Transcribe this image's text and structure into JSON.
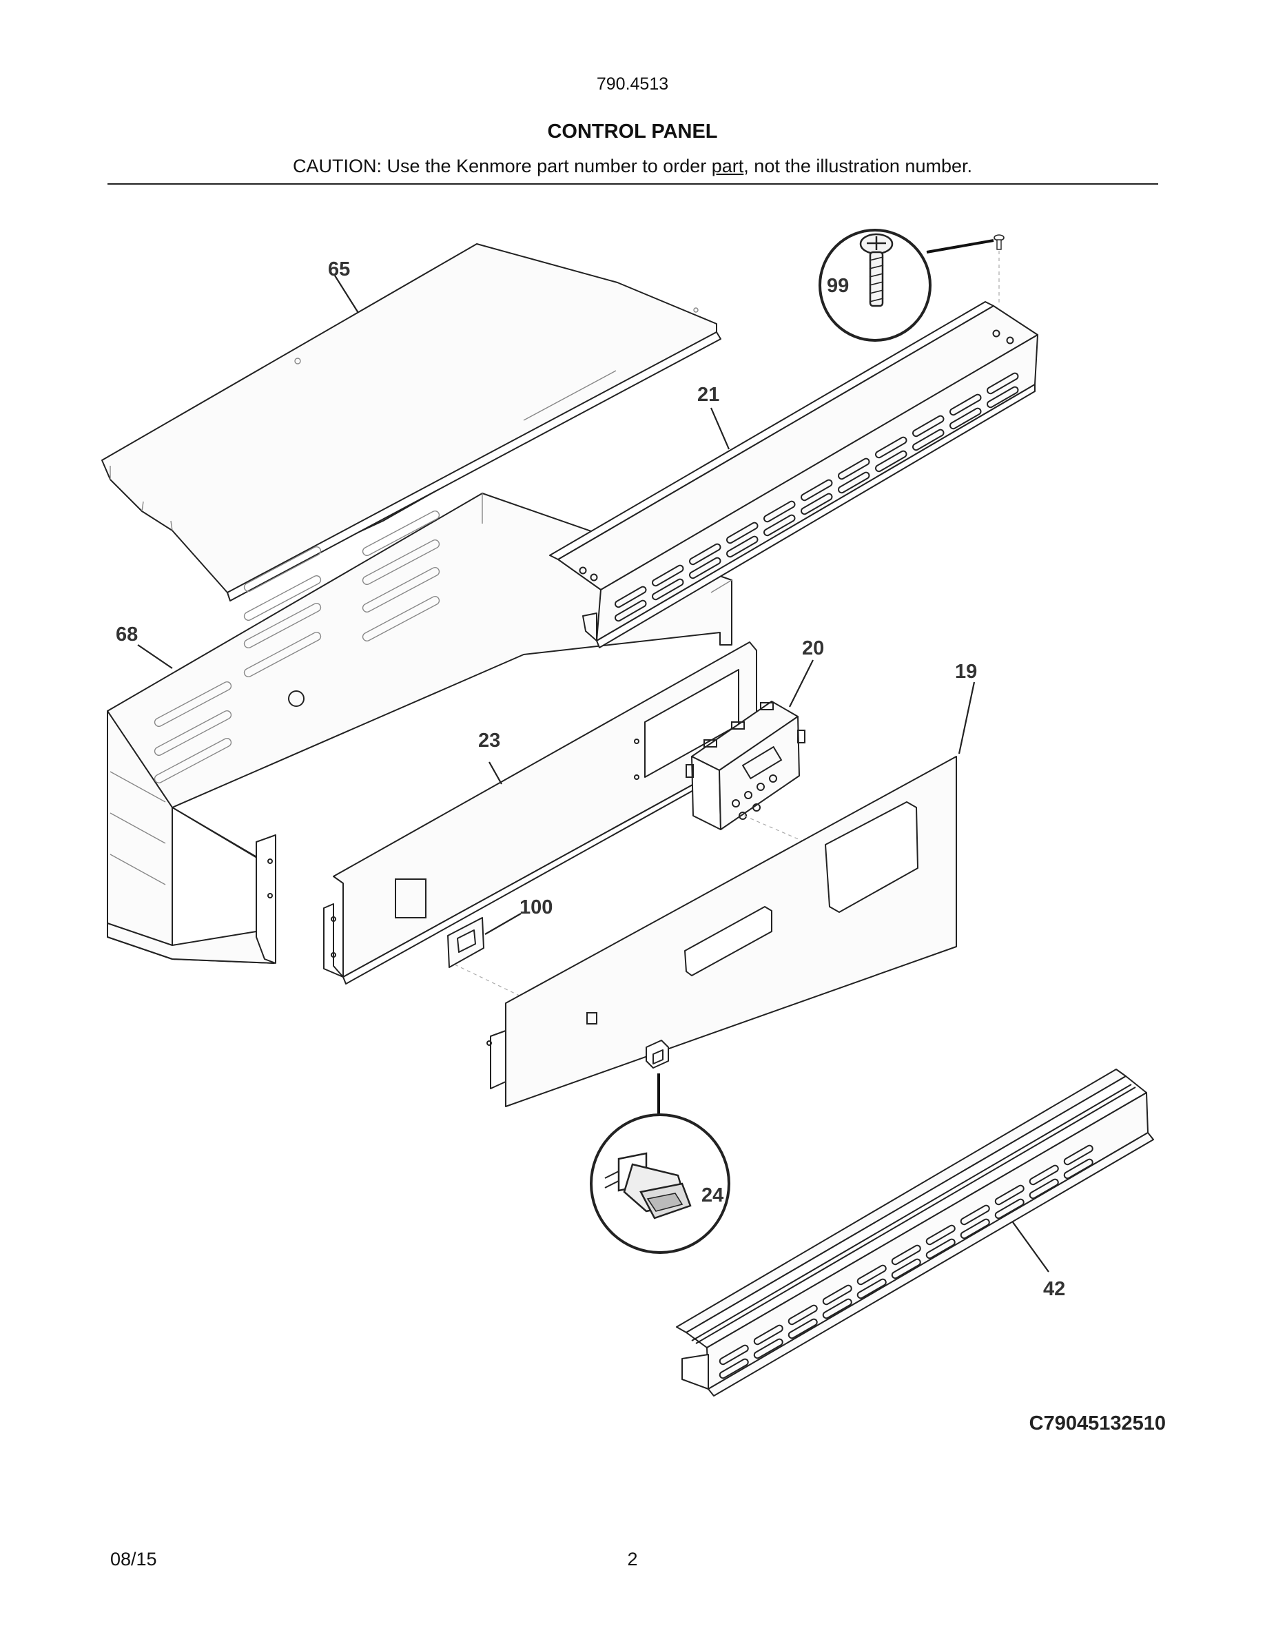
{
  "header": {
    "model_number": "790.4513",
    "title": "CONTROL PANEL",
    "caution_prefix": "CAUTION: Use the Kenmore part number to order ",
    "caution_underlined": "part",
    "caution_suffix": ", not the illustration number."
  },
  "callouts": {
    "c65": "65",
    "c99": "99",
    "c21": "21",
    "c68": "68",
    "c20": "20",
    "c19": "19",
    "c23": "23",
    "c100": "100",
    "c24": "24",
    "c42": "42"
  },
  "footer": {
    "diagram_code": "C79045132510",
    "date": "08/15",
    "page_number": "2"
  }
}
